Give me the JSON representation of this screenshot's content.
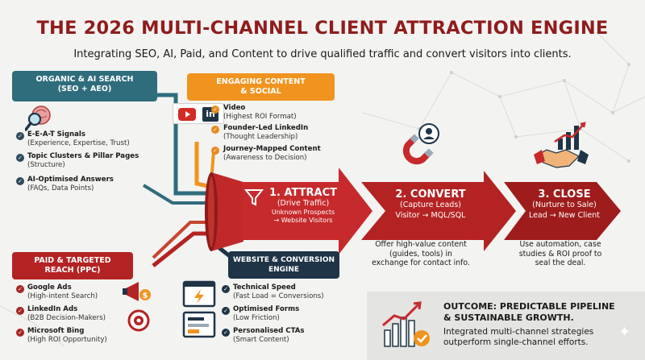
{
  "header": {
    "title": "THE 2026 MULTI-CHANNEL CLIENT ATTRACTION ENGINE",
    "subtitle": "Integrating SEO, AI, Paid, and Content to drive qualified traffic and convert visitors into clients."
  },
  "colors": {
    "title_red": "#8f1d1d",
    "teal": "#2f6d7c",
    "orange": "#f0941f",
    "red": "#b42323",
    "navy": "#1f3446",
    "background": "#f3f3f2"
  },
  "organic": {
    "header_line1": "ORGANIC & AI SEARCH",
    "header_line2": "(SEO + AEO)",
    "icon": "brain-magnifier-icon",
    "items": [
      {
        "title": "E-E-A-T Signals",
        "detail": "(Experience, Expertise, Trust)"
      },
      {
        "title": "Topic Clusters & Pillar Pages",
        "detail": "(Structure)"
      },
      {
        "title": "AI-Optimised Answers",
        "detail": "(FAQs, Data Points)"
      }
    ]
  },
  "content": {
    "header_line1": "ENGAGING CONTENT",
    "header_line2": "& SOCIAL",
    "icons": [
      "youtube-icon",
      "linkedin-icon"
    ],
    "linkedin_glyph": "in",
    "items": [
      {
        "title": "Video",
        "detail": "(Highest ROI Format)"
      },
      {
        "title": "Founder-Led LinkedIn",
        "detail": "(Thought Leadership)"
      },
      {
        "title": "Journey-Mapped Content",
        "detail": "(Awareness to Decision)"
      }
    ]
  },
  "paid": {
    "header_line1": "PAID & TARGETED",
    "header_line2": "REACH (PPC)",
    "icons": [
      "megaphone-icon",
      "target-icon"
    ],
    "items": [
      {
        "title": "Google Ads",
        "detail": "(High-intent Search)"
      },
      {
        "title": "LinkedIn Ads",
        "detail": "(B2B Decision-Makers)"
      },
      {
        "title": "Microsoft Bing",
        "detail": "(High ROI Opportunity)"
      }
    ]
  },
  "website": {
    "header_line1": "WEBSITE & CONVERSION",
    "header_line2": "ENGINE",
    "icon": "browser-speed-icon",
    "items": [
      {
        "title": "Technical Speed",
        "detail": "(Fast Load = Conversions)"
      },
      {
        "title": "Optimised Forms",
        "detail": "(Low Friction)"
      },
      {
        "title": "Personalised CTAs",
        "detail": "(Smart Content)"
      }
    ]
  },
  "stages": [
    {
      "title": "1. ATTRACT",
      "subtitle": "(Drive Traffic)",
      "line1": "Unknown Prospects",
      "line2": "→ Website Visitors",
      "icon": "funnel-icon"
    },
    {
      "title": "2. CONVERT",
      "subtitle": "(Capture Leads)",
      "line1": "Visitor → MQL/SQL",
      "icon": "magnet-user-icon"
    },
    {
      "title": "3. CLOSE",
      "subtitle": "(Nurture to Sale)",
      "line1": "Lead → New Client",
      "icon": "handshake-chart-icon"
    }
  ],
  "notes": {
    "convert": [
      "Offer high-value content",
      "(guides, tools) in",
      "exchange for contact info."
    ],
    "close": [
      "Use automation, case",
      "studies & ROI proof to",
      "seal the deal."
    ]
  },
  "outcome": {
    "icon": "growth-chart-check-icon",
    "title_line1": "OUTCOME: PREDICTABLE PIPELINE",
    "title_line2": "& SUSTAINABLE GROWTH.",
    "body_line1": "Integrated multi-channel strategies",
    "body_line2": "outperform single-channel efforts."
  }
}
